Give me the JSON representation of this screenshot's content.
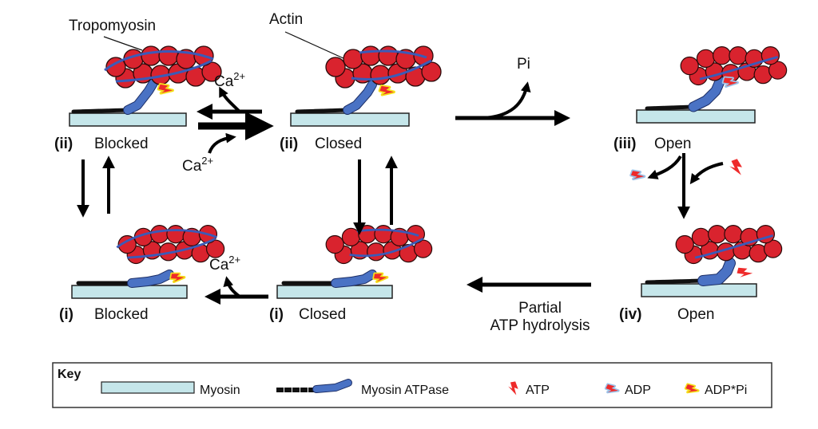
{
  "labels": {
    "tropomyosin": "Tropomyosin",
    "actin": "Actin",
    "pi": "Pi",
    "ca": "Ca",
    "ca_sup": "2+",
    "partial_line1": "Partial",
    "partial_line2": "ATP hydrolysis"
  },
  "states": [
    {
      "id": "ii-blocked",
      "numeral": "(ii)",
      "name": "Blocked",
      "nucleotide": "ADP*Pi"
    },
    {
      "id": "ii-closed",
      "numeral": "(ii)",
      "name": "Closed",
      "nucleotide": "ADP*Pi"
    },
    {
      "id": "iii-open",
      "numeral": "(iii)",
      "name": "Open",
      "nucleotide": "ADP"
    },
    {
      "id": "iv-open",
      "numeral": "(iv)",
      "name": "Open",
      "nucleotide": "ATP"
    },
    {
      "id": "i-closed",
      "numeral": "(i)",
      "name": "Closed",
      "nucleotide": "ADP*Pi"
    },
    {
      "id": "i-blocked",
      "numeral": "(i)",
      "name": "Blocked",
      "nucleotide": "ADP*Pi"
    }
  ],
  "key": {
    "title": "Key",
    "items": [
      {
        "icon": "myosin-filament-icon",
        "label": "Myosin"
      },
      {
        "icon": "myosin-atpase-icon",
        "label": "Myosin ATPase"
      },
      {
        "icon": "atp-bolt-icon",
        "label": "ATP"
      },
      {
        "icon": "adp-bolt-icon",
        "label": "ADP"
      },
      {
        "icon": "adp-pi-bolt-icon",
        "label": "ADP*Pi"
      }
    ]
  },
  "colors": {
    "actin": "#d9232e",
    "tropomyosin": "#3b5bb8",
    "myosin_bar": "#c5e6ea",
    "atpase": "#4a72c4",
    "atp": "#ee2a2a",
    "adp_halo": "#9cc2e8",
    "adppi_halo": "#f5e01a"
  }
}
